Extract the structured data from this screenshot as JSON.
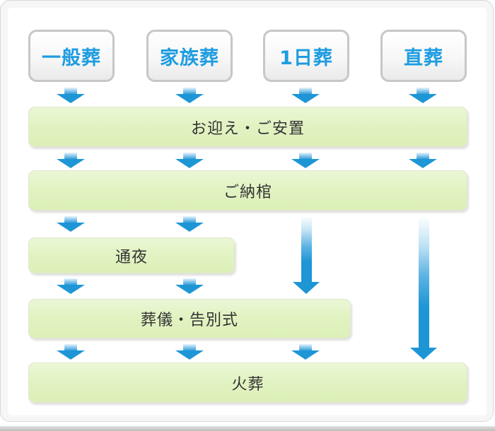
{
  "diagram": {
    "plans": [
      {
        "label": "一般葬"
      },
      {
        "label": "家族葬"
      },
      {
        "label": "1日葬"
      },
      {
        "label": "直葬"
      }
    ],
    "steps": [
      {
        "label": "お迎え・ご安置"
      },
      {
        "label": "ご納棺"
      },
      {
        "label": "通夜"
      },
      {
        "label": "葬儀・告別式"
      },
      {
        "label": "火葬"
      }
    ],
    "colors": {
      "plan_text_blue": "#1d9ce0",
      "arrow_blue": "#1e96d6",
      "step_bar_green": "#e2f3c3",
      "plan_border_gray": "#c7c7c7",
      "frame_gray": "#f6f6f6"
    }
  }
}
